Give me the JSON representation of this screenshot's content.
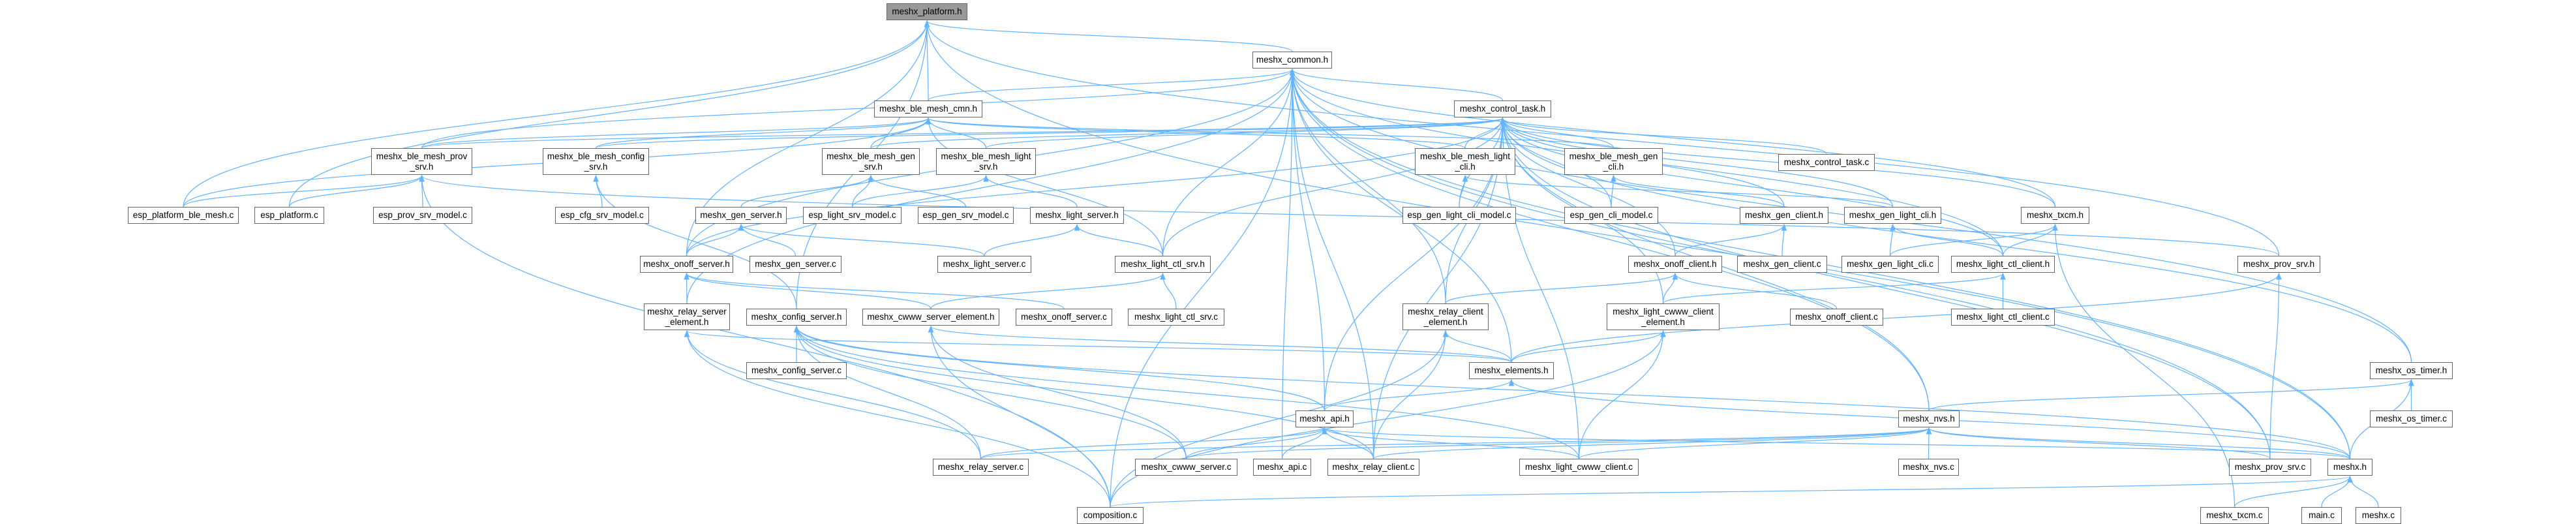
{
  "graph": {
    "title": "meshx_platform.h",
    "colors": {
      "edge": "#63b3ff",
      "root_fill": "#999999",
      "node_border": "#666666"
    },
    "nodes": [
      {
        "id": "platform_h",
        "lines": [
          "meshx_platform.h"
        ],
        "root": true
      },
      {
        "id": "common_h",
        "lines": [
          "meshx_common.h"
        ]
      },
      {
        "id": "cmn_h",
        "lines": [
          "meshx_ble_mesh_cmn.h"
        ]
      },
      {
        "id": "control_task_h",
        "lines": [
          "meshx_control_task.h"
        ]
      },
      {
        "id": "ble_prov_srv_h",
        "lines": [
          "meshx_ble_mesh_prov",
          "_srv.h"
        ]
      },
      {
        "id": "ble_config_srv_h",
        "lines": [
          "meshx_ble_mesh_config",
          "_srv.h"
        ]
      },
      {
        "id": "ble_gen_srv_h",
        "lines": [
          "meshx_ble_mesh_gen",
          "_srv.h"
        ]
      },
      {
        "id": "ble_light_srv_h",
        "lines": [
          "meshx_ble_mesh_light",
          "_srv.h"
        ]
      },
      {
        "id": "ble_light_cli_h",
        "lines": [
          "meshx_ble_mesh_light",
          "_cli.h"
        ]
      },
      {
        "id": "ble_gen_cli_h",
        "lines": [
          "meshx_ble_mesh_gen",
          "_cli.h"
        ]
      },
      {
        "id": "control_task_c",
        "lines": [
          "meshx_control_task.c"
        ]
      },
      {
        "id": "esp_platform_ble_mesh_c",
        "lines": [
          "esp_platform_ble_mesh.c"
        ]
      },
      {
        "id": "esp_platform_c",
        "lines": [
          "esp_platform.c"
        ]
      },
      {
        "id": "esp_prov_srv_model_c",
        "lines": [
          "esp_prov_srv_model.c"
        ]
      },
      {
        "id": "esp_cfg_srv_model_c",
        "lines": [
          "esp_cfg_srv_model.c"
        ]
      },
      {
        "id": "gen_server_h",
        "lines": [
          "meshx_gen_server.h"
        ]
      },
      {
        "id": "esp_light_srv_model_c",
        "lines": [
          "esp_light_srv_model.c"
        ]
      },
      {
        "id": "esp_gen_srv_model_c",
        "lines": [
          "esp_gen_srv_model.c"
        ]
      },
      {
        "id": "light_server_h",
        "lines": [
          "meshx_light_server.h"
        ]
      },
      {
        "id": "esp_gen_light_cli_model_c",
        "lines": [
          "esp_gen_light_cli_model.c"
        ]
      },
      {
        "id": "esp_gen_cli_model_c",
        "lines": [
          "esp_gen_cli_model.c"
        ]
      },
      {
        "id": "gen_client_h",
        "lines": [
          "meshx_gen_client.h"
        ]
      },
      {
        "id": "gen_light_cli_h",
        "lines": [
          "meshx_gen_light_cli.h"
        ]
      },
      {
        "id": "txcm_h",
        "lines": [
          "meshx_txcm.h"
        ]
      },
      {
        "id": "onoff_server_h",
        "lines": [
          "meshx_onoff_server.h"
        ]
      },
      {
        "id": "gen_server_c",
        "lines": [
          "meshx_gen_server.c"
        ]
      },
      {
        "id": "light_server_c",
        "lines": [
          "meshx_light_server.c"
        ]
      },
      {
        "id": "light_ctl_srv_h",
        "lines": [
          "meshx_light_ctl_srv.h"
        ]
      },
      {
        "id": "onoff_client_h",
        "lines": [
          "meshx_onoff_client.h"
        ]
      },
      {
        "id": "gen_client_c",
        "lines": [
          "meshx_gen_client.c"
        ]
      },
      {
        "id": "gen_light_cli_c",
        "lines": [
          "meshx_gen_light_cli.c"
        ]
      },
      {
        "id": "light_ctl_client_h",
        "lines": [
          "meshx_light_ctl_client.h"
        ]
      },
      {
        "id": "prov_srv_h",
        "lines": [
          "meshx_prov_srv.h"
        ]
      },
      {
        "id": "relay_server_element_h",
        "lines": [
          "meshx_relay_server",
          "_element.h"
        ]
      },
      {
        "id": "config_server_h",
        "lines": [
          "meshx_config_server.h"
        ]
      },
      {
        "id": "cwww_server_element_h",
        "lines": [
          "meshx_cwww_server_element.h"
        ]
      },
      {
        "id": "onoff_server_c",
        "lines": [
          "meshx_onoff_server.c"
        ]
      },
      {
        "id": "light_ctl_srv_c",
        "lines": [
          "meshx_light_ctl_srv.c"
        ]
      },
      {
        "id": "relay_client_element_h",
        "lines": [
          "meshx_relay_client",
          "_element.h"
        ]
      },
      {
        "id": "light_cwww_client_element_h",
        "lines": [
          "meshx_light_cwww_client",
          "_element.h"
        ]
      },
      {
        "id": "onoff_client_c",
        "lines": [
          "meshx_onoff_client.c"
        ]
      },
      {
        "id": "light_ctl_client_c",
        "lines": [
          "meshx_light_ctl_client.c"
        ]
      },
      {
        "id": "config_server_c",
        "lines": [
          "meshx_config_server.c"
        ]
      },
      {
        "id": "elements_h",
        "lines": [
          "meshx_elements.h"
        ]
      },
      {
        "id": "os_timer_h",
        "lines": [
          "meshx_os_timer.h"
        ]
      },
      {
        "id": "api_h",
        "lines": [
          "meshx_api.h"
        ]
      },
      {
        "id": "nvs_h",
        "lines": [
          "meshx_nvs.h"
        ]
      },
      {
        "id": "os_timer_c",
        "lines": [
          "meshx_os_timer.c"
        ]
      },
      {
        "id": "relay_server_c",
        "lines": [
          "meshx_relay_server.c"
        ]
      },
      {
        "id": "cwww_server_c",
        "lines": [
          "meshx_cwww_server.c"
        ]
      },
      {
        "id": "api_c",
        "lines": [
          "meshx_api.c"
        ]
      },
      {
        "id": "relay_client_c",
        "lines": [
          "meshx_relay_client.c"
        ]
      },
      {
        "id": "light_cwww_client_c",
        "lines": [
          "meshx_light_cwww_client.c"
        ]
      },
      {
        "id": "nvs_c",
        "lines": [
          "meshx_nvs.c"
        ]
      },
      {
        "id": "prov_srv_c",
        "lines": [
          "meshx_prov_srv.c"
        ]
      },
      {
        "id": "meshx_h",
        "lines": [
          "meshx.h"
        ]
      },
      {
        "id": "composition_c",
        "lines": [
          "composition.c"
        ]
      },
      {
        "id": "txcm_c",
        "lines": [
          "meshx_txcm.c"
        ]
      },
      {
        "id": "main_c",
        "lines": [
          "main.c"
        ]
      },
      {
        "id": "meshx_c",
        "lines": [
          "meshx.c"
        ]
      }
    ],
    "edges": [
      [
        "common_h",
        "platform_h"
      ],
      [
        "cmn_h",
        "platform_h"
      ],
      [
        "esp_platform_ble_mesh_c",
        "platform_h"
      ],
      [
        "esp_platform_c",
        "platform_h"
      ],
      [
        "prov_srv_h",
        "platform_h"
      ],
      [
        "meshx_h",
        "platform_h"
      ],
      [
        "config_server_h",
        "platform_h"
      ],
      [
        "onoff_server_h",
        "platform_h"
      ],
      [
        "cmn_h",
        "common_h"
      ],
      [
        "control_task_h",
        "common_h"
      ],
      [
        "ble_prov_srv_h",
        "common_h"
      ],
      [
        "onoff_server_h",
        "common_h"
      ],
      [
        "relay_server_element_h",
        "common_h"
      ],
      [
        "composition_c",
        "common_h"
      ],
      [
        "api_h",
        "common_h"
      ],
      [
        "api_c",
        "common_h"
      ],
      [
        "relay_client_c",
        "common_h"
      ],
      [
        "light_ctl_srv_h",
        "common_h"
      ],
      [
        "elements_h",
        "common_h"
      ],
      [
        "nvs_h",
        "common_h"
      ],
      [
        "txcm_h",
        "common_h"
      ],
      [
        "os_timer_h",
        "common_h"
      ],
      [
        "meshx_h",
        "common_h"
      ],
      [
        "relay_client_element_h",
        "common_h"
      ],
      [
        "light_ctl_client_h",
        "common_h"
      ],
      [
        "prov_srv_c",
        "common_h"
      ],
      [
        "ble_prov_srv_h",
        "cmn_h"
      ],
      [
        "ble_config_srv_h",
        "cmn_h"
      ],
      [
        "ble_gen_srv_h",
        "cmn_h"
      ],
      [
        "ble_light_srv_h",
        "cmn_h"
      ],
      [
        "ble_light_cli_h",
        "cmn_h"
      ],
      [
        "ble_gen_cli_h",
        "cmn_h"
      ],
      [
        "light_ctl_srv_h",
        "cmn_h"
      ],
      [
        "esp_platform_ble_mesh_c",
        "cmn_h"
      ],
      [
        "ble_prov_srv_h",
        "control_task_h"
      ],
      [
        "ble_config_srv_h",
        "control_task_h"
      ],
      [
        "ble_gen_srv_h",
        "control_task_h"
      ],
      [
        "ble_light_srv_h",
        "control_task_h"
      ],
      [
        "ble_light_cli_h",
        "control_task_h"
      ],
      [
        "ble_gen_cli_h",
        "control_task_h"
      ],
      [
        "control_task_c",
        "control_task_h"
      ],
      [
        "gen_client_h",
        "control_task_h"
      ],
      [
        "gen_light_cli_h",
        "control_task_h"
      ],
      [
        "onoff_client_h",
        "control_task_h"
      ],
      [
        "txcm_h",
        "control_task_h"
      ],
      [
        "os_timer_h",
        "control_task_h"
      ],
      [
        "light_ctl_client_h",
        "control_task_h"
      ],
      [
        "light_cwww_client_element_h",
        "control_task_h"
      ],
      [
        "relay_client_c",
        "control_task_h"
      ],
      [
        "light_cwww_client_c",
        "control_task_h"
      ],
      [
        "api_h",
        "control_task_h"
      ],
      [
        "esp_gen_light_cli_model_c",
        "control_task_h"
      ],
      [
        "esp_gen_cli_model_c",
        "control_task_h"
      ],
      [
        "onoff_server_h",
        "control_task_h"
      ],
      [
        "light_ctl_srv_h",
        "control_task_h"
      ],
      [
        "prov_srv_c",
        "control_task_h"
      ],
      [
        "nvs_h",
        "control_task_h"
      ],
      [
        "relay_client_element_h",
        "control_task_h"
      ],
      [
        "esp_platform_ble_mesh_c",
        "ble_prov_srv_h"
      ],
      [
        "esp_platform_c",
        "ble_prov_srv_h"
      ],
      [
        "esp_prov_srv_model_c",
        "ble_prov_srv_h"
      ],
      [
        "composition_c",
        "ble_prov_srv_h"
      ],
      [
        "prov_srv_h",
        "ble_prov_srv_h"
      ],
      [
        "esp_cfg_srv_model_c",
        "ble_config_srv_h"
      ],
      [
        "config_server_h",
        "ble_config_srv_h"
      ],
      [
        "gen_server_h",
        "ble_gen_srv_h"
      ],
      [
        "esp_light_srv_model_c",
        "ble_gen_srv_h"
      ],
      [
        "esp_gen_srv_model_c",
        "ble_gen_srv_h"
      ],
      [
        "esp_light_srv_model_c",
        "ble_light_srv_h"
      ],
      [
        "light_server_h",
        "ble_light_srv_h"
      ],
      [
        "onoff_server_h",
        "gen_server_h"
      ],
      [
        "gen_server_c",
        "gen_server_h"
      ],
      [
        "light_server_c",
        "gen_server_h"
      ],
      [
        "light_server_c",
        "light_server_h"
      ],
      [
        "light_ctl_srv_h",
        "light_server_h"
      ],
      [
        "relay_server_element_h",
        "onoff_server_h"
      ],
      [
        "cwww_server_element_h",
        "onoff_server_h"
      ],
      [
        "onoff_server_c",
        "onoff_server_h"
      ],
      [
        "cwww_server_element_h",
        "light_ctl_srv_h"
      ],
      [
        "light_ctl_srv_c",
        "light_ctl_srv_h"
      ],
      [
        "elements_h",
        "relay_server_element_h"
      ],
      [
        "relay_server_c",
        "relay_server_element_h"
      ],
      [
        "composition_c",
        "relay_server_element_h"
      ],
      [
        "config_server_c",
        "config_server_h"
      ],
      [
        "relay_server_c",
        "config_server_h"
      ],
      [
        "cwww_server_c",
        "config_server_h"
      ],
      [
        "api_h",
        "config_server_h"
      ],
      [
        "light_cwww_client_c",
        "config_server_h"
      ],
      [
        "relay_client_c",
        "config_server_h"
      ],
      [
        "meshx_h",
        "config_server_h"
      ],
      [
        "composition_c",
        "cwww_server_element_h"
      ],
      [
        "cwww_server_c",
        "cwww_server_element_h"
      ],
      [
        "elements_h",
        "cwww_server_element_h"
      ],
      [
        "esp_gen_light_cli_model_c",
        "ble_light_cli_h"
      ],
      [
        "gen_light_cli_h",
        "ble_light_cli_h"
      ],
      [
        "esp_gen_cli_model_c",
        "ble_gen_cli_h"
      ],
      [
        "gen_client_h",
        "ble_gen_cli_h"
      ],
      [
        "onoff_client_h",
        "gen_client_h"
      ],
      [
        "gen_client_c",
        "gen_client_h"
      ],
      [
        "gen_light_cli_c",
        "gen_light_cli_h"
      ],
      [
        "light_ctl_client_h",
        "gen_light_cli_h"
      ],
      [
        "relay_client_element_h",
        "onoff_client_h"
      ],
      [
        "light_cwww_client_element_h",
        "onoff_client_h"
      ],
      [
        "onoff_client_c",
        "onoff_client_h"
      ],
      [
        "light_cwww_client_element_h",
        "light_ctl_client_h"
      ],
      [
        "light_ctl_client_c",
        "light_ctl_client_h"
      ],
      [
        "elements_h",
        "relay_client_element_h"
      ],
      [
        "relay_client_c",
        "relay_client_element_h"
      ],
      [
        "composition_c",
        "relay_client_element_h"
      ],
      [
        "elements_h",
        "light_cwww_client_element_h"
      ],
      [
        "light_cwww_client_c",
        "light_cwww_client_element_h"
      ],
      [
        "composition_c",
        "light_cwww_client_element_h"
      ],
      [
        "api_h",
        "elements_h"
      ],
      [
        "meshx_h",
        "elements_h"
      ],
      [
        "relay_server_c",
        "api_h"
      ],
      [
        "cwww_server_c",
        "api_h"
      ],
      [
        "api_c",
        "api_h"
      ],
      [
        "relay_client_c",
        "api_h"
      ],
      [
        "light_cwww_client_c",
        "api_h"
      ],
      [
        "meshx_h",
        "api_h"
      ],
      [
        "nvs_c",
        "nvs_h"
      ],
      [
        "relay_client_c",
        "nvs_h"
      ],
      [
        "light_cwww_client_c",
        "nvs_h"
      ],
      [
        "relay_server_c",
        "nvs_h"
      ],
      [
        "cwww_server_c",
        "nvs_h"
      ],
      [
        "prov_srv_c",
        "nvs_h"
      ],
      [
        "meshx_h",
        "nvs_h"
      ],
      [
        "nvs_h",
        "os_timer_h"
      ],
      [
        "os_timer_c",
        "os_timer_h"
      ],
      [
        "meshx_h",
        "os_timer_h"
      ],
      [
        "gen_light_cli_c",
        "txcm_h"
      ],
      [
        "light_ctl_client_h",
        "txcm_h"
      ],
      [
        "txcm_c",
        "txcm_h"
      ],
      [
        "prov_srv_c",
        "prov_srv_h"
      ],
      [
        "elements_h",
        "prov_srv_h"
      ],
      [
        "composition_c",
        "meshx_h"
      ],
      [
        "txcm_c",
        "meshx_h"
      ],
      [
        "main_c",
        "meshx_h"
      ],
      [
        "meshx_c",
        "meshx_h"
      ]
    ]
  }
}
